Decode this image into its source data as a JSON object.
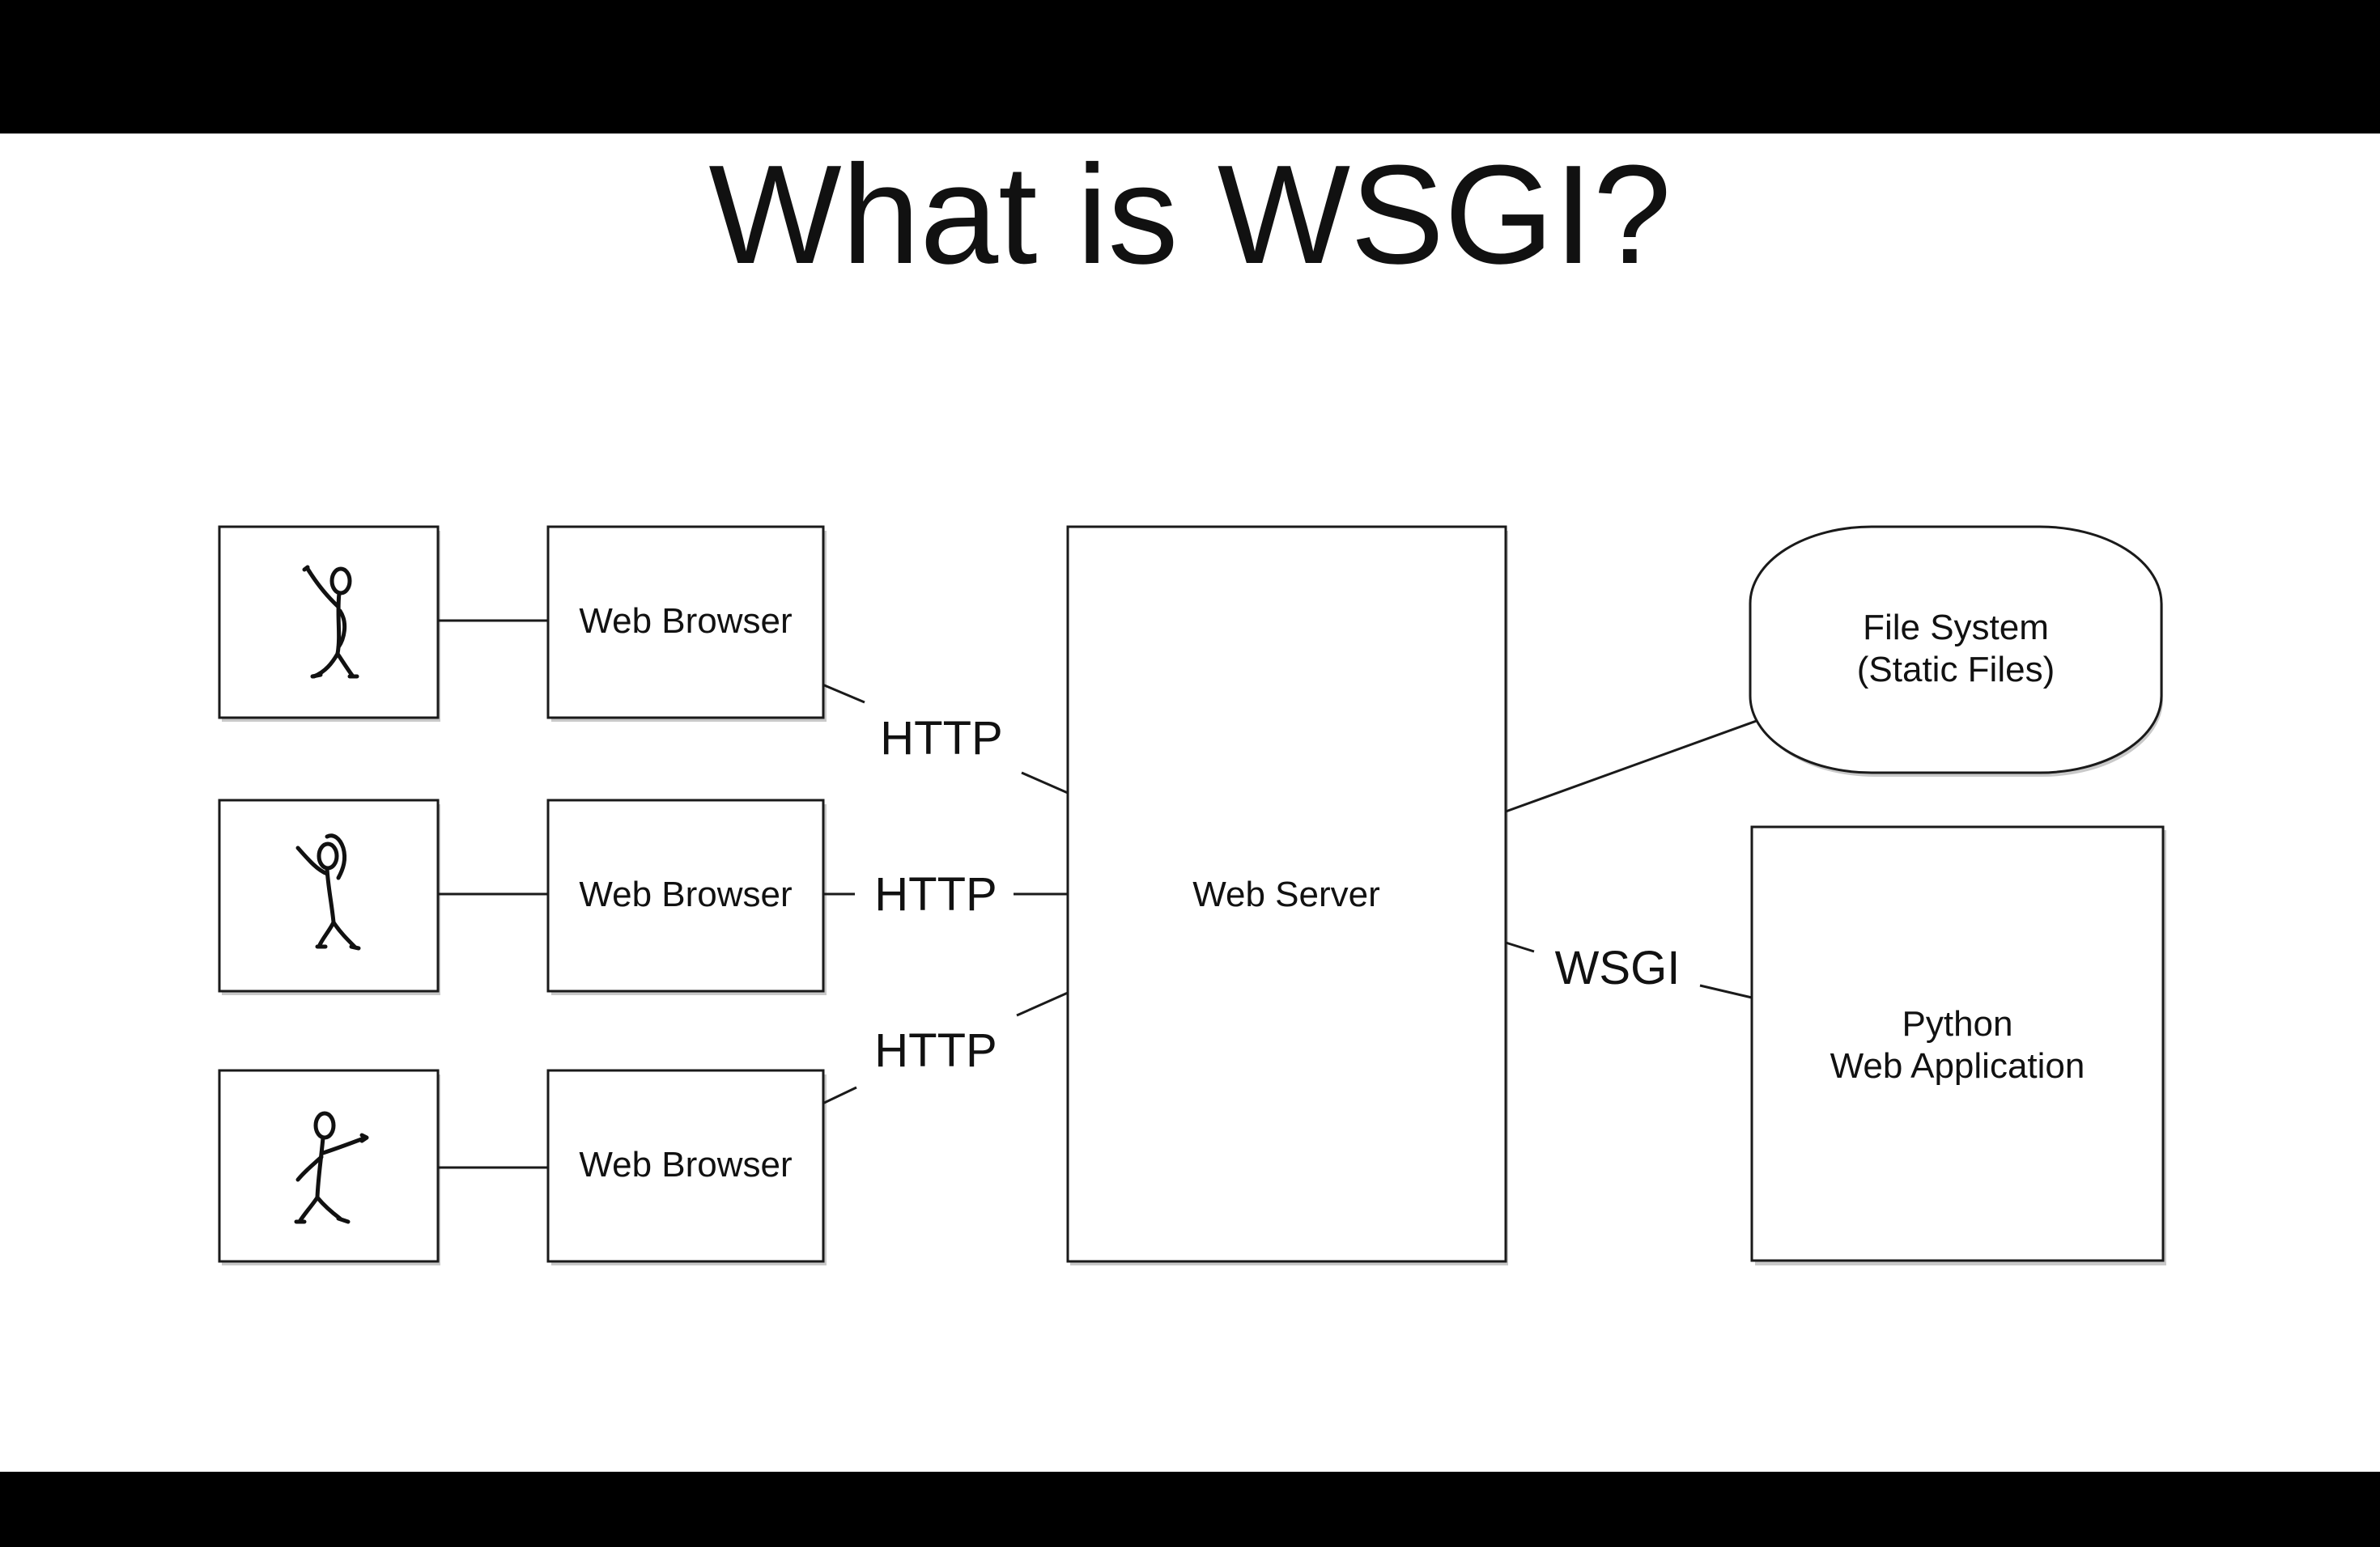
{
  "slide": {
    "title": "What is WSGI?"
  },
  "diagram": {
    "users": [
      {
        "icon": "stick-figure-waving-icon"
      },
      {
        "icon": "stick-figure-dancing-icon"
      },
      {
        "icon": "stick-figure-pointing-icon"
      }
    ],
    "browsers": [
      {
        "label": "Web Browser"
      },
      {
        "label": "Web Browser"
      },
      {
        "label": "Web Browser"
      }
    ],
    "protocols": [
      {
        "label": "HTTP"
      },
      {
        "label": "HTTP"
      },
      {
        "label": "HTTP"
      }
    ],
    "server": {
      "label": "Web Server"
    },
    "file_system": {
      "line1": "File System",
      "line2": "(Static Files)"
    },
    "wsgi": {
      "label": "WSGI"
    },
    "application": {
      "line1": "Python",
      "line2": "Web Application"
    }
  },
  "colors": {
    "background_bars": "#000000",
    "slide": "#ffffff",
    "stroke": "#1a1a1a"
  }
}
